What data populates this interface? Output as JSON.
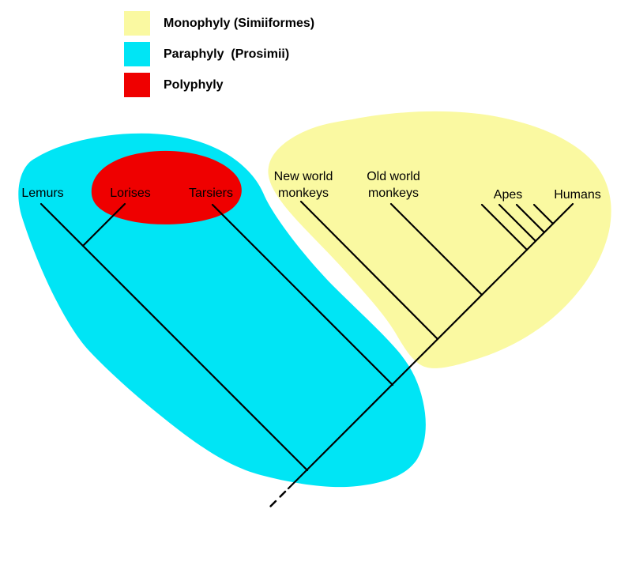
{
  "legend": {
    "items": [
      {
        "name": "monophyly",
        "label": "Monophyly (Simiiformes)",
        "color": "#FAF9A1"
      },
      {
        "name": "paraphyly",
        "label": "Paraphyly  (Prosimii)",
        "color": "#00E5F5"
      },
      {
        "name": "polyphyly",
        "label": "Polyphyly",
        "color": "#EF0000"
      }
    ]
  },
  "taxa": {
    "lemurs": "Lemurs",
    "lorises": "Lorises",
    "tarsiers": "Tarsiers",
    "new_world_monkeys": "New world\nmonkeys",
    "old_world_monkeys": "Old world\nmonkeys",
    "apes": "Apes",
    "humans": "Humans"
  },
  "tree": {
    "line_color": "#000000",
    "background": "#FFFFFF"
  }
}
